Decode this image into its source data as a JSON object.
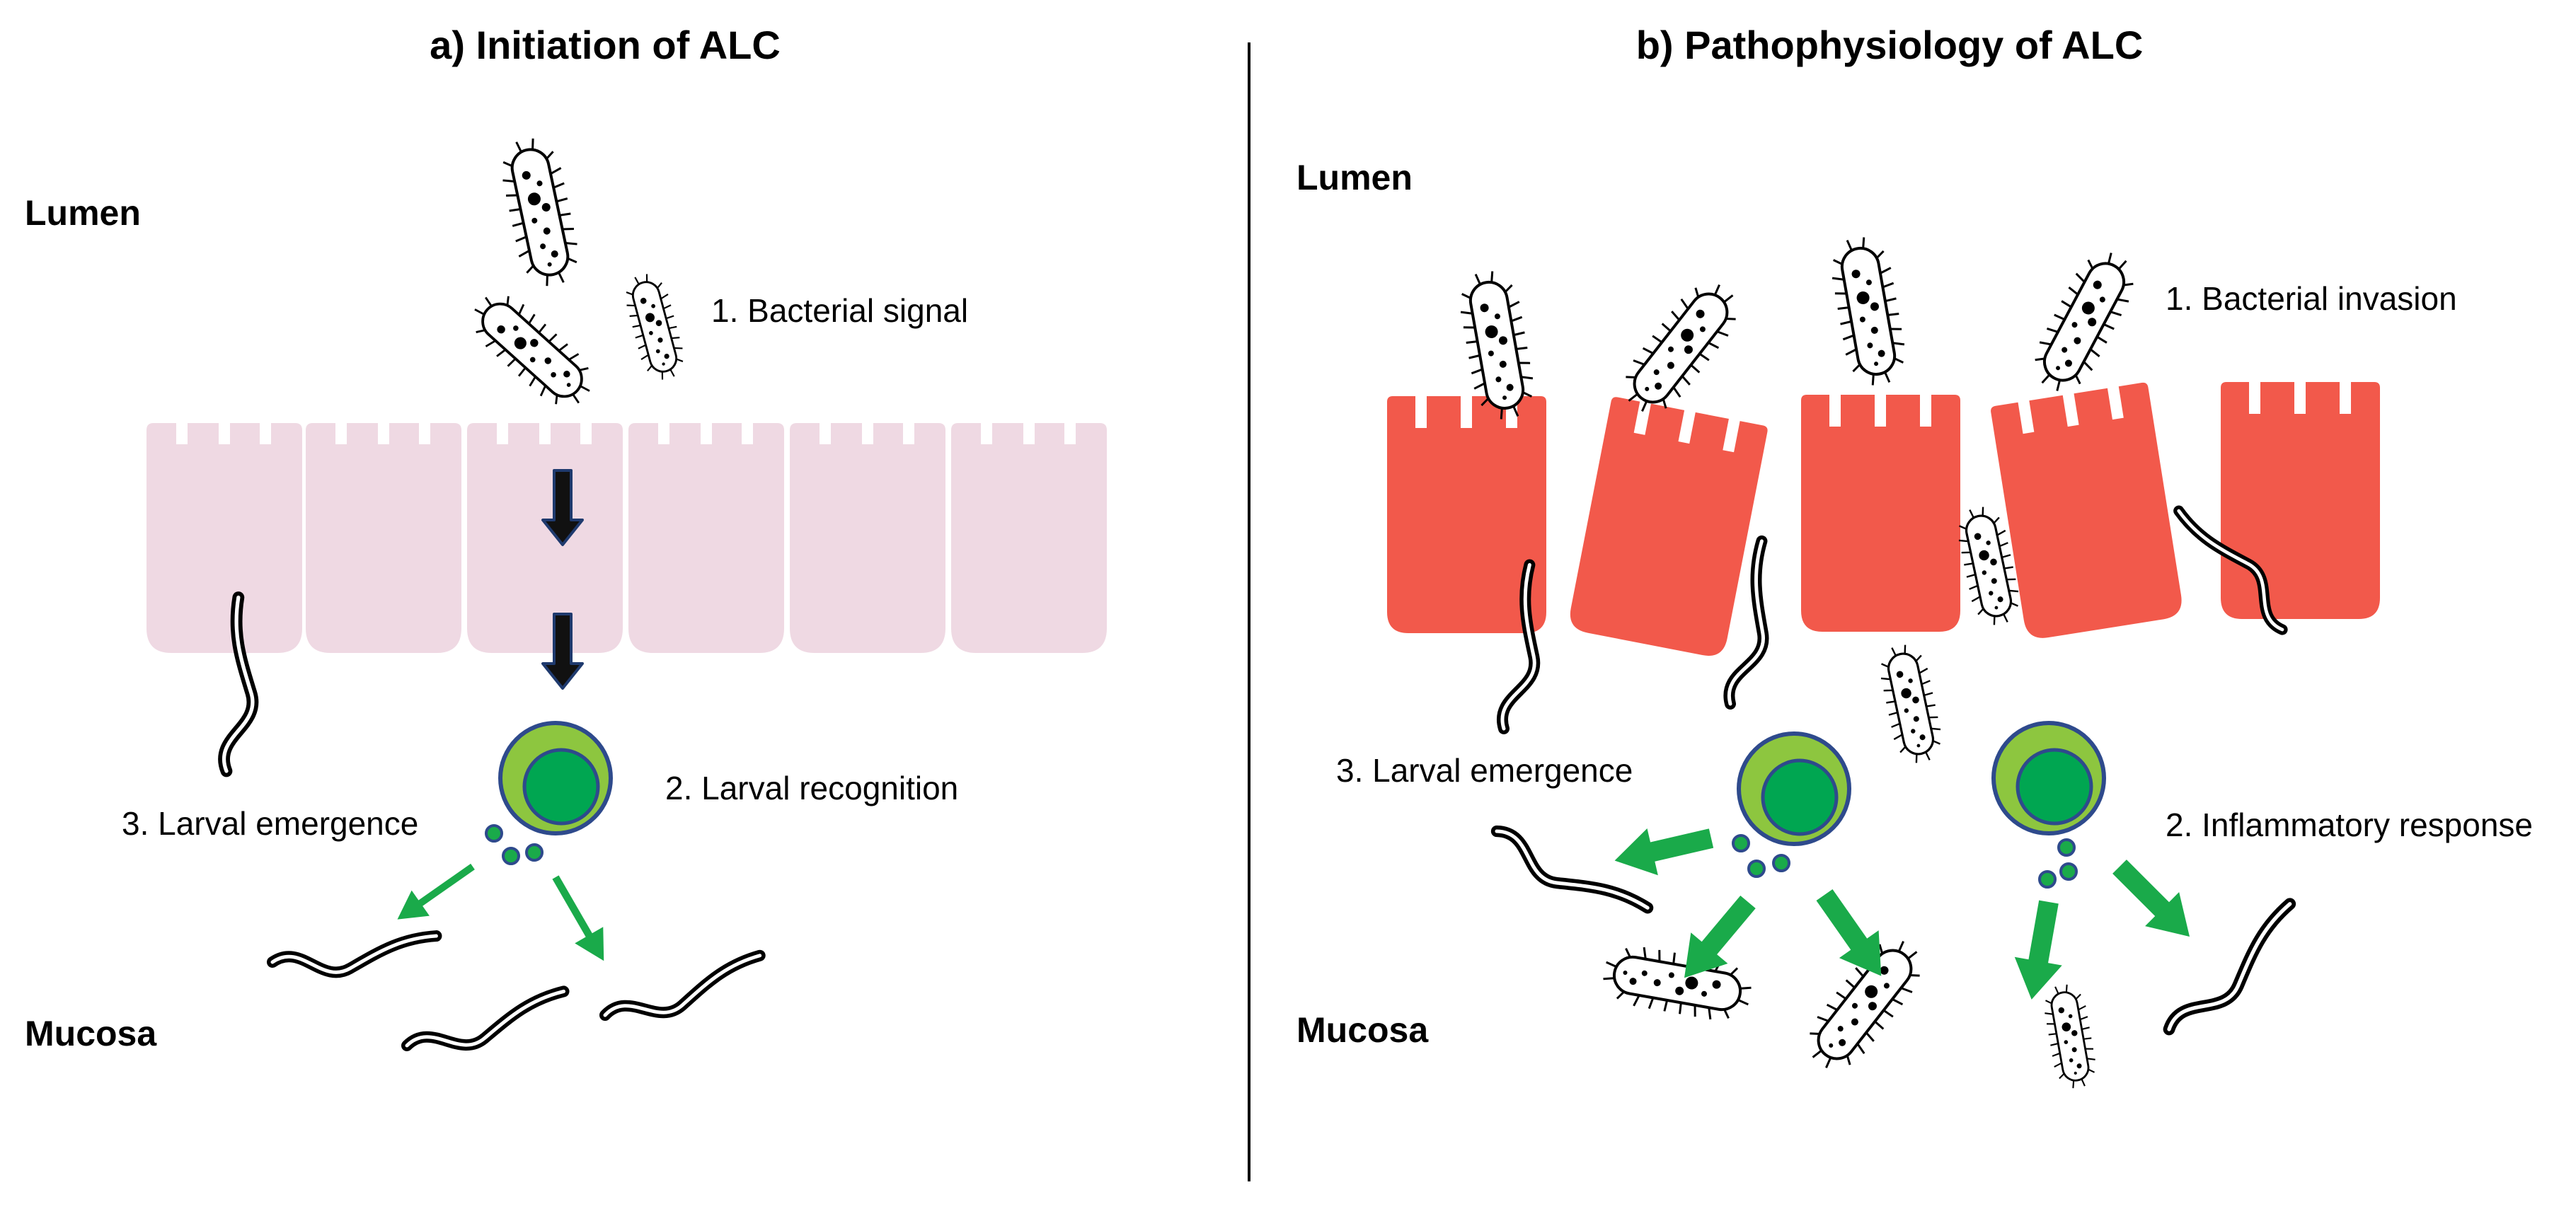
{
  "panel_a": {
    "title": "a) Initiation of ALC",
    "lumen": "Lumen",
    "mucosa": "Mucosa",
    "step1": "1. Bacterial signal",
    "step2": "2. Larval recognition",
    "step3": "3. Larval emergence"
  },
  "panel_b": {
    "title": "b) Pathophysiology of ALC",
    "lumen": "Lumen",
    "mucosa": "Mucosa",
    "step1": "1. Bacterial invasion",
    "step2": "2. Inflammatory response",
    "step3": "3.  Larval emergence"
  },
  "colors": {
    "healthy_epithelium": "#efd9e3",
    "damaged_epithelium": "#f2594b",
    "immune_outer": "#8dc63f",
    "immune_inner": "#00a651",
    "immune_border": "#2e4a8c",
    "arrow_green": "#1aaa4a",
    "signal_arrow": "#111111",
    "signal_arrow_border": "#1f3a6e"
  }
}
